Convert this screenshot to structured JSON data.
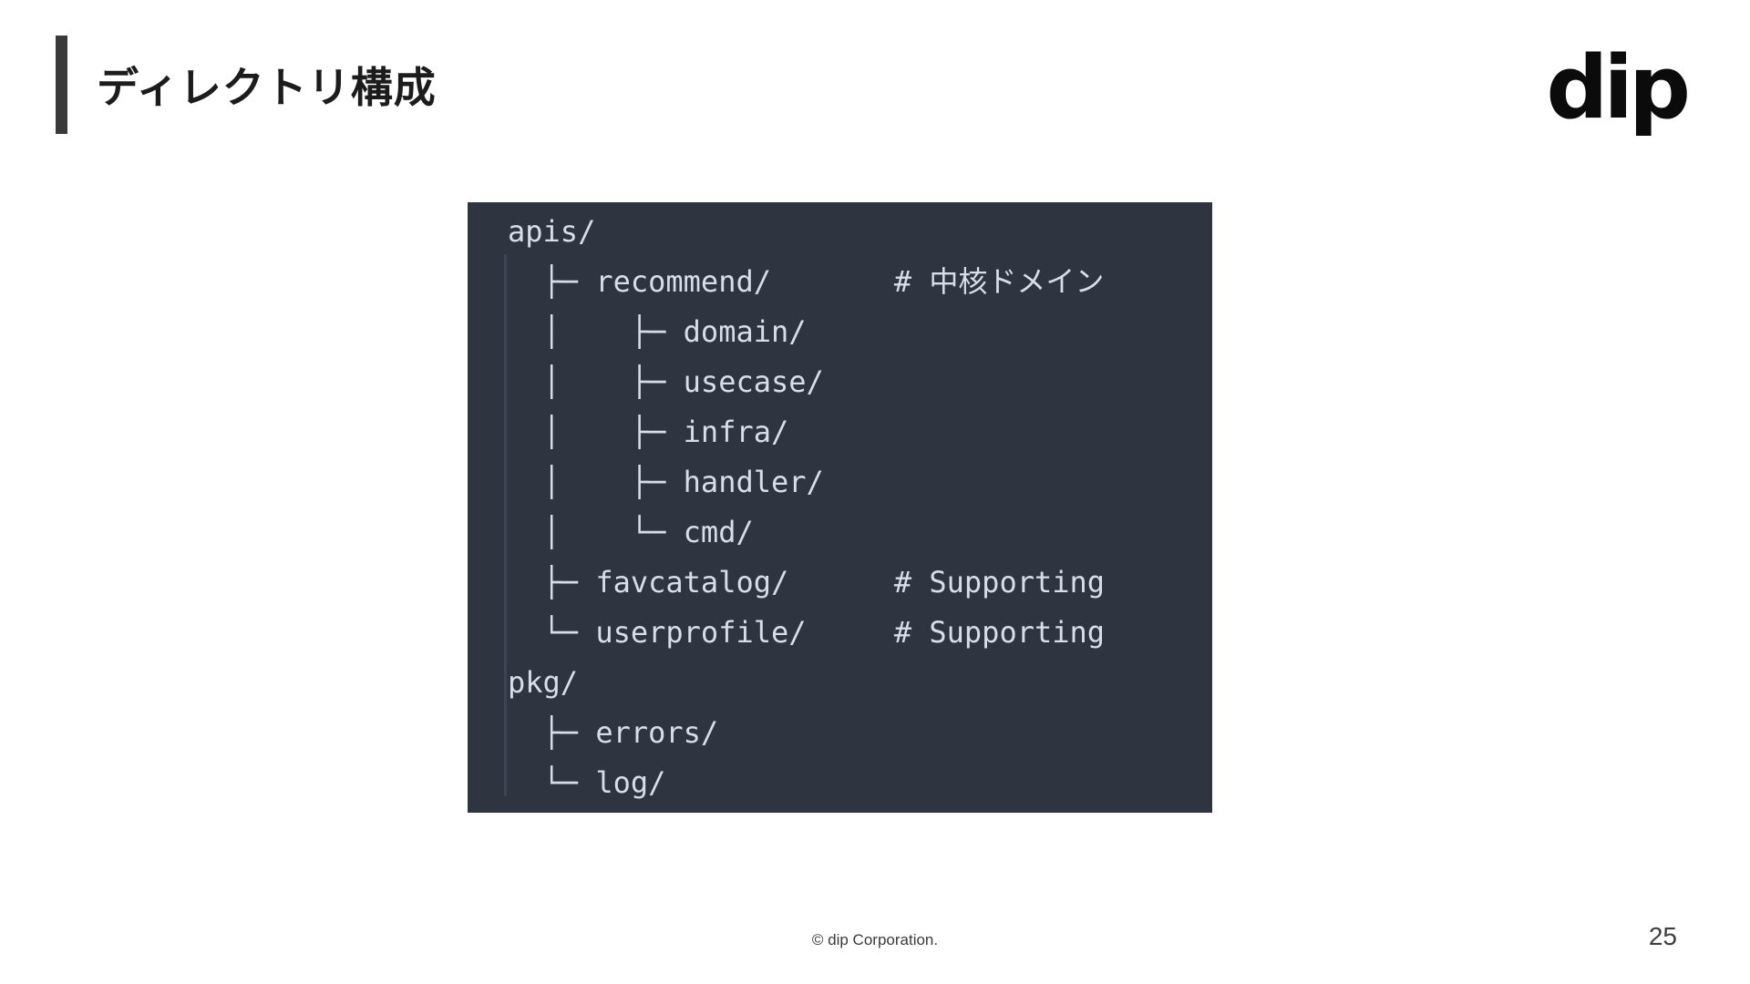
{
  "slide": {
    "title": "ディレクトリ構成",
    "logo_text": "dip",
    "footer": "© dip Corporation.",
    "page_number": "25"
  },
  "code_block": {
    "description": "directory-tree listing",
    "lines": [
      "apis/",
      "  ├─ recommend/       # 中核ドメイン",
      "  │    ├─ domain/",
      "  │    ├─ usecase/",
      "  │    ├─ infra/",
      "  │    ├─ handler/",
      "  │    └─ cmd/",
      "  ├─ favcatalog/      # Supporting",
      "  └─ userprofile/     # Supporting",
      "pkg/",
      "  ├─ errors/",
      "  └─ log/"
    ]
  },
  "colors": {
    "code_bg": "#2e3440",
    "code_text": "#d8dee9",
    "indent_guide": "#3e4552",
    "accent_bar": "#3a3a3a",
    "slide_bg": "#ffffff"
  }
}
